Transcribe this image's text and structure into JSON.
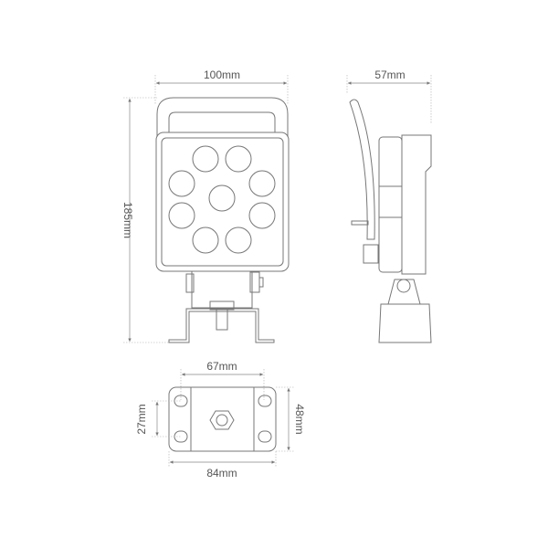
{
  "dimensions": {
    "front_width": "100mm",
    "height": "185mm",
    "side_depth": "57mm",
    "base_hole_spacing_x": "67mm",
    "base_hole_spacing_y": "27mm",
    "base_width": "84mm",
    "base_depth": "48mm"
  },
  "colors": {
    "line": "#777777",
    "text": "#555555"
  }
}
